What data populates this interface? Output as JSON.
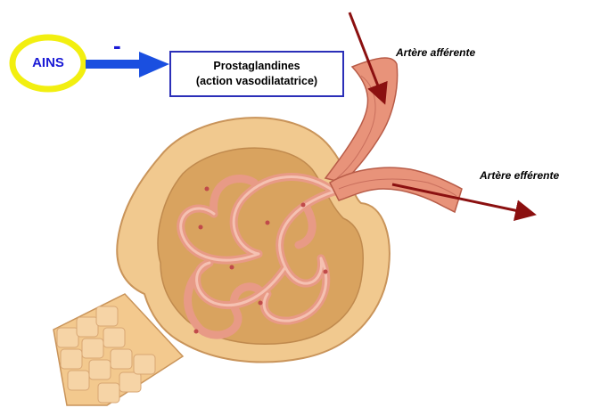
{
  "inhibitor": {
    "label": "AINS",
    "effect_sign": "-"
  },
  "target_box": {
    "line1": "Prostaglandines",
    "line2": "(action vasodilatatrice)"
  },
  "vessels": {
    "afferent_label": "Artère afférente",
    "efferent_label": "Artère efférente"
  },
  "colors": {
    "ains_ring": "#f2ef10",
    "ains_text": "#1a1ad6",
    "inhibit_arrow": "#1a4fe0",
    "box_border": "#2b2fb8",
    "flow_arrow": "#8b1010",
    "capsule": "#f1c98f",
    "vessel": "#e8937a"
  }
}
